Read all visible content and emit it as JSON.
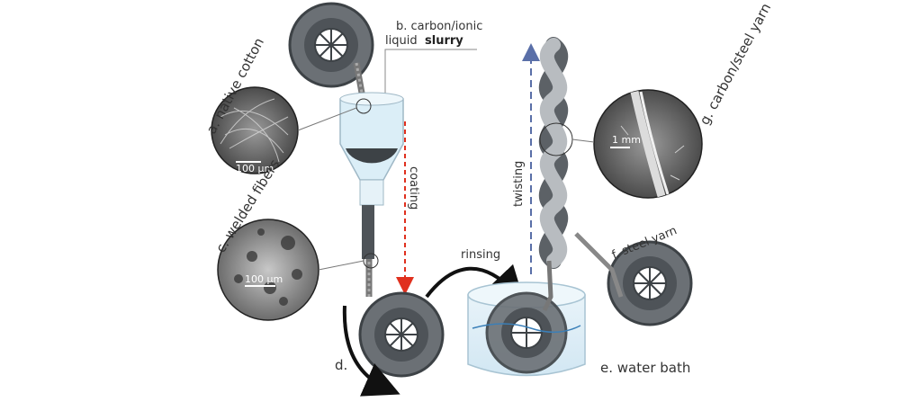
{
  "labels": {
    "native_cotton": "a. native cotton",
    "slurry_line1": "b. carbon/ionic",
    "slurry_line2": "liquid",
    "slurry_bold": "slurry",
    "welded_fibers": "c. welded fibers",
    "step_d": "d.",
    "water_bath": "e. water bath",
    "steel_yarn": "f. steel yarn",
    "carbon_steel_yarn": "g. carbon/steel yarn",
    "coating": "coating",
    "twisting": "twisting",
    "rinsing": "rinsing"
  },
  "scale_bars": {
    "cotton": "100 µm",
    "welded": "100 µm",
    "yarn": "1 mm"
  },
  "colors": {
    "spool": "#6b7075",
    "spool_dark": "#3d4246",
    "liquid": "#cfe6f2",
    "coating_arrow": "#e0301e",
    "twist_arrow": "#5a6fa8",
    "flow_arrow": "#111111"
  }
}
